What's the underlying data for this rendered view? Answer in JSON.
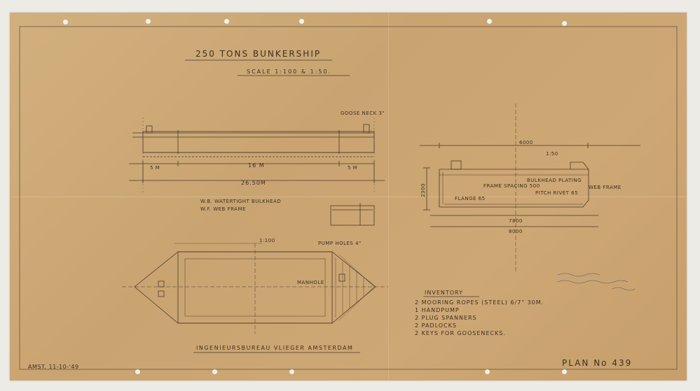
{
  "drawing": {
    "title": "250 TONS BUNKERSHIP",
    "scale": "SCALE 1:100 & 1:50.",
    "notes": {
      "goose_neck": "GOOSE NECK 3\"",
      "length_overall": "26.50M",
      "length_mid": "16 M",
      "length_ends": [
        "5 M",
        "5 M"
      ],
      "legend_wb": "W.B. WATERTIGHT BULKHEAD",
      "legend_wf": "W.F. WEB FRAME",
      "plan_scale": "1:100",
      "pump_holes": "PUMP HOLES 4\"",
      "manhole": "MANHOLE",
      "section_scale": "1:50",
      "section_width": "6000",
      "section_beam": "7800",
      "section_bottom": "8000",
      "section_depth": "2300",
      "web_frame": "WEB FRAME",
      "bulkhead_plating": "BULKHEAD PLATING",
      "frame_spacing": "FRAME SPACING 500",
      "pitch_rivet": "PITCH RIVET 65",
      "flange": "FLANGE 65"
    },
    "inventory": {
      "heading": "INVENTORY",
      "items": [
        "2 MOORING ROPES (STEEL) 6/7\" 30M.",
        "1 HANDPUMP",
        "2 PLUG SPANNERS",
        "2 PADLOCKS",
        "2 KEYS FOR GOOSENECKS."
      ]
    },
    "office": "INGENIEURSBUREAU VLIEGER AMSTERDAM",
    "date": "AMST. 11-10-'49",
    "plan_number": "PLAN No 439"
  },
  "colors": {
    "paper": "#cba672",
    "ink": "#3d2f22",
    "background": "#ecebe6"
  }
}
